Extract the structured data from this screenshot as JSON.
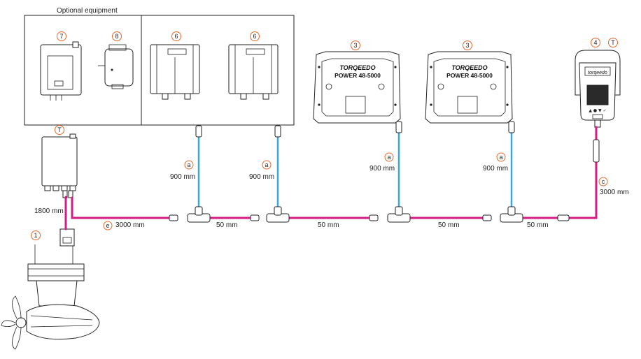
{
  "optional_group": {
    "title": "Optional equipment"
  },
  "badges": {
    "b7": "7",
    "b8": "8",
    "b6a": "6",
    "b6b": "6",
    "b3a": "3",
    "b3b": "3",
    "b4": "4",
    "bT_display": "T",
    "bT_controller": "T",
    "b1": "1",
    "ba1": "a",
    "ba2": "a",
    "ba3": "a",
    "ba4": "a",
    "bc": "c",
    "be": "e"
  },
  "batteries": {
    "brand": "TORQEEDO",
    "model": "POWER 48-5000"
  },
  "display": {
    "brand": "torqeedo",
    "buttons": "▲ ● ▼ ✓"
  },
  "cables": {
    "motor": "1800 mm",
    "drop_1": "900 mm",
    "drop_2": "900 mm",
    "drop_3": "900 mm",
    "drop_4": "900 mm",
    "trunk_e": "3000 mm",
    "seg_1": "50 mm",
    "seg_2": "50 mm",
    "seg_3": "50 mm",
    "seg_4": "50 mm",
    "display_c": "3000 mm"
  }
}
